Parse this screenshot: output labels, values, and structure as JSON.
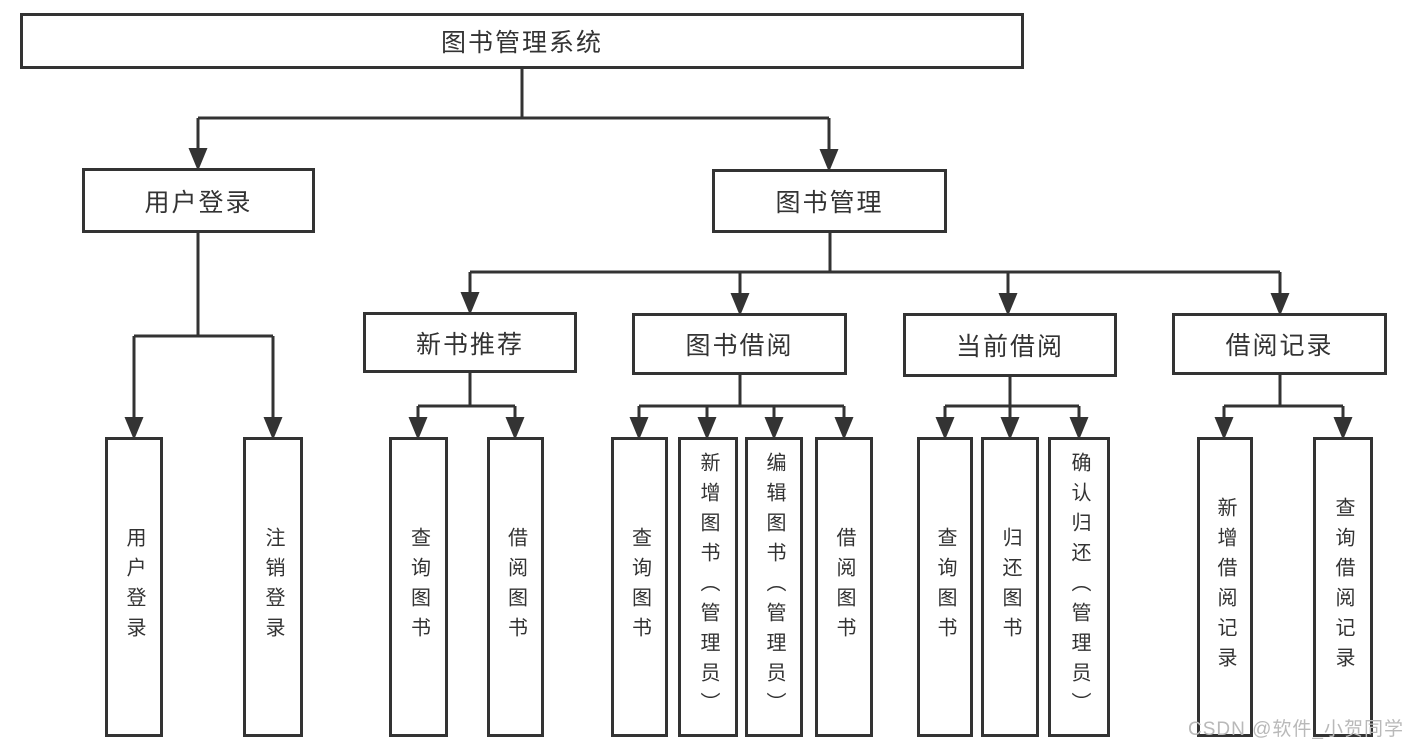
{
  "colors": {
    "line": "#333333",
    "box_border": "#333333",
    "box_background": "#ffffff",
    "text": "#333333",
    "watermark_color": "#b9b9b9",
    "background": "#ffffff"
  },
  "tree": {
    "root": "图书管理系统",
    "branches": [
      {
        "label": "用户登录",
        "children": [
          "用户登录",
          "注销登录"
        ]
      },
      {
        "label": "图书管理",
        "children": [
          {
            "label": "新书推荐",
            "children": [
              "查询图书",
              "借阅图书"
            ]
          },
          {
            "label": "图书借阅",
            "children": [
              "查询图书",
              "新增图书（管理员）",
              "编辑图书（管理员）",
              "借阅图书"
            ]
          },
          {
            "label": "当前借阅",
            "children": [
              "查询图书",
              "归还图书",
              "确认归还（管理员）"
            ]
          },
          {
            "label": "借阅记录",
            "children": [
              "新增借阅记录",
              "查询借阅记录"
            ]
          }
        ]
      }
    ]
  },
  "watermark": "CSDN @软件_小贺同学"
}
